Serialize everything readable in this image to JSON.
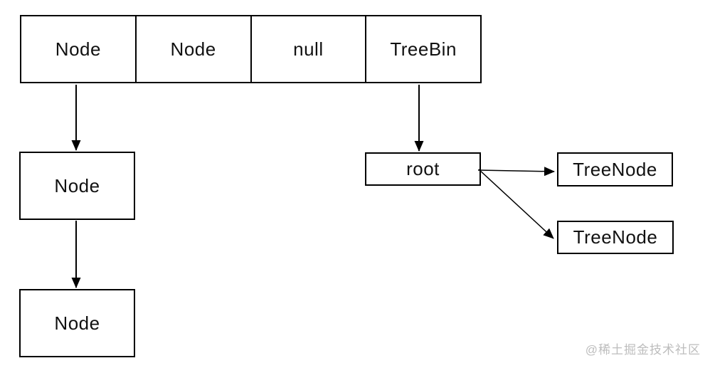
{
  "diagram": {
    "bucket_array": {
      "cells": [
        {
          "label": "Node"
        },
        {
          "label": "Node"
        },
        {
          "label": "null"
        },
        {
          "label": "TreeBin"
        }
      ]
    },
    "nodes": {
      "node_mid": {
        "label": "Node"
      },
      "node_bottom": {
        "label": "Node"
      },
      "root": {
        "label": "root"
      },
      "treenode_top": {
        "label": "TreeNode"
      },
      "treenode_bottom": {
        "label": "TreeNode"
      }
    },
    "colors": {
      "line": "#000000",
      "background": "#ffffff",
      "text": "#111111",
      "watermark": "#bdbdbd"
    }
  },
  "watermark": {
    "text": "@稀土掘金技术社区"
  }
}
